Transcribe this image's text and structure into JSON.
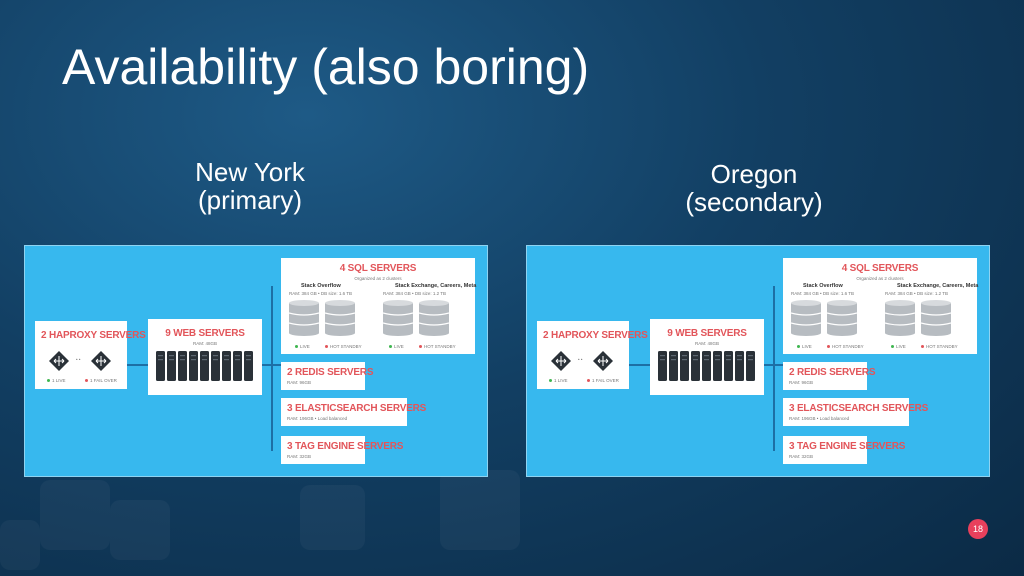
{
  "slide": {
    "title": "Availability (also boring)",
    "page_number": "18"
  },
  "sites": [
    {
      "name": "New York",
      "role": "(primary)"
    },
    {
      "name": "Oregon",
      "role": "(secondary)"
    }
  ],
  "diagram": {
    "sql": {
      "title": "4 SQL SERVERS",
      "subtitle": "Organized as 2 clusters",
      "clusters": [
        {
          "name": "Stack Overflow",
          "specs": "RAM: 384 GB • DB size: 1.6 TB",
          "status_live": "LIVE",
          "status_standby": "HOT STANDBY"
        },
        {
          "name": "Stack Exchange, Careers, Meta",
          "specs": "RAM: 384 GB • DB size: 1.2 TB",
          "status_live": "LIVE",
          "status_standby": "HOT STANDBY"
        }
      ]
    },
    "haproxy": {
      "title": "2 HAPROXY SERVERS",
      "live": "1 LIVE",
      "failover": "1 FAIL OVER"
    },
    "web": {
      "title": "9 WEB SERVERS",
      "ram": "RAM: 48GB"
    },
    "redis": {
      "title": "2 REDIS SERVERS",
      "ram": "RAM: 96GB"
    },
    "elastic": {
      "title": "3 ELASTICSEARCH SERVERS",
      "ram": "RAM: 196GB • Load balanced"
    },
    "tag": {
      "title": "3 TAG ENGINE SERVERS",
      "ram": "RAM: 32GB"
    },
    "colors": {
      "panel": "#37b8ee",
      "card": "#ffffff",
      "accent": "#e2555a",
      "live": "#3fb650",
      "standby": "#e2555a",
      "server": "#2a3138"
    }
  }
}
